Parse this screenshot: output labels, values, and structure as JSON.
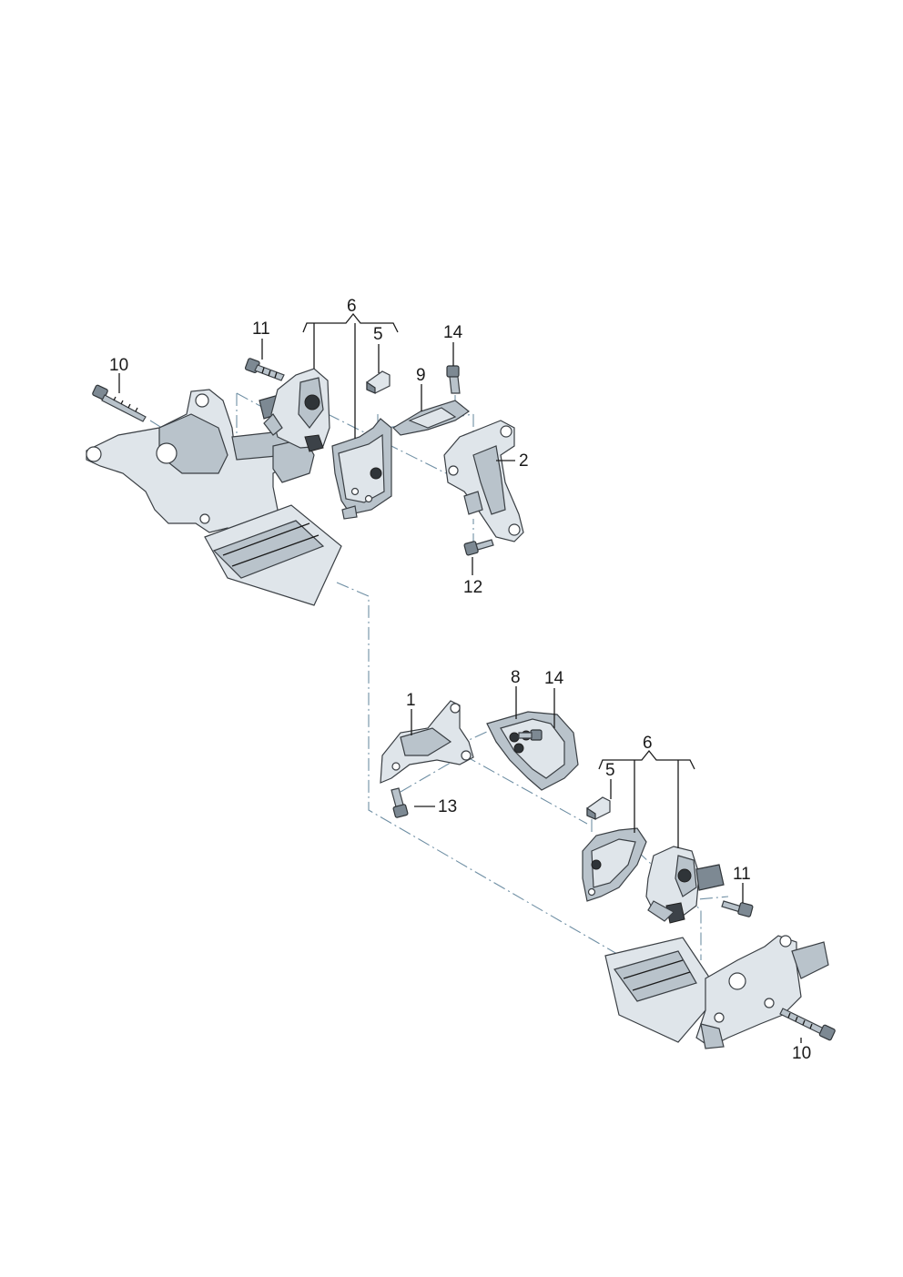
{
  "callouts": {
    "top_6": "6",
    "top_11": "11",
    "top_5": "5",
    "top_14": "14",
    "top_10": "10",
    "top_9": "9",
    "top_2": "2",
    "top_12": "12",
    "bottom_8": "8",
    "bottom_14": "14",
    "bottom_1": "1",
    "bottom_6": "6",
    "bottom_5": "5",
    "bottom_13": "13",
    "bottom_11": "11",
    "bottom_10": "10"
  }
}
